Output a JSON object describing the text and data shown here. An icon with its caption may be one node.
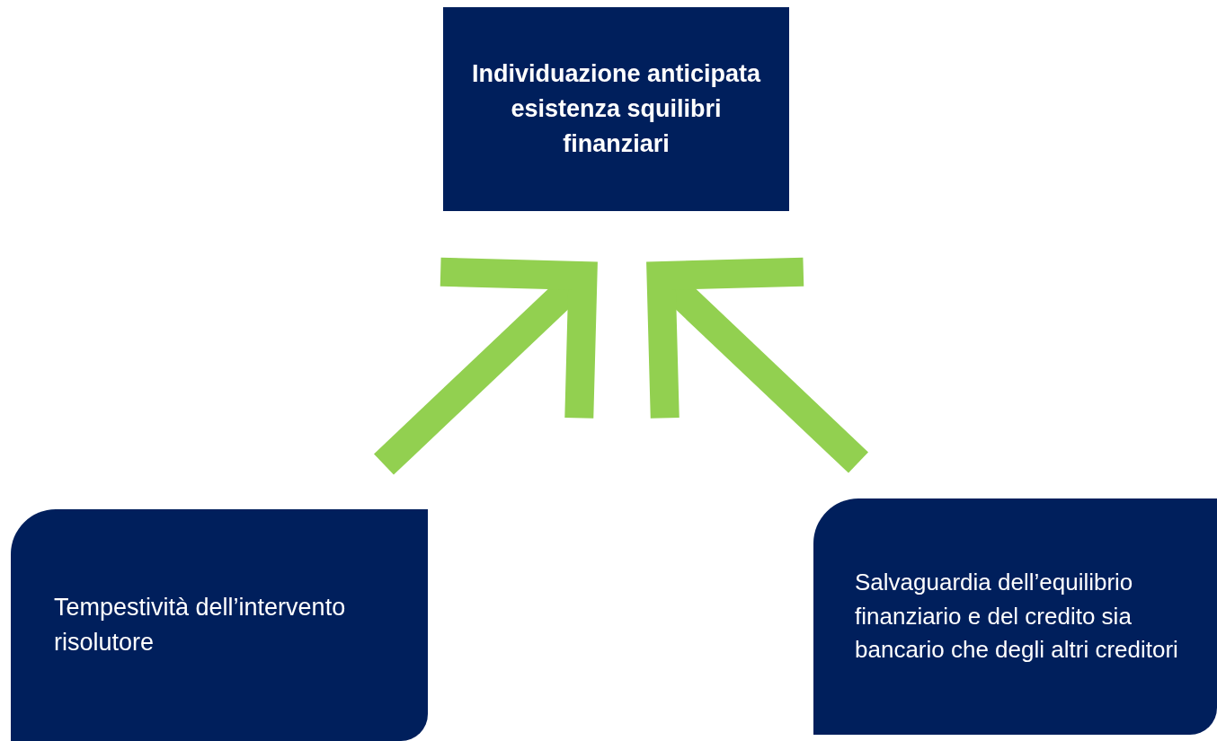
{
  "diagram": {
    "nodes": [
      {
        "text": [
          "Individuazione anticipata esistenza squilibri finanziari"
        ]
      },
      {
        "text": [
          "Tempestività dell’intervento risolutore"
        ]
      },
      {
        "text": [
          "Salvaguardia dell’equilibrio finanziario e del credito sia bancario che degli altri creditori"
        ]
      }
    ],
    "edges": [
      {
        "from": 1,
        "to": 0,
        "arrow": "to"
      },
      {
        "from": 2,
        "to": 0,
        "arrow": "to"
      }
    ]
  }
}
